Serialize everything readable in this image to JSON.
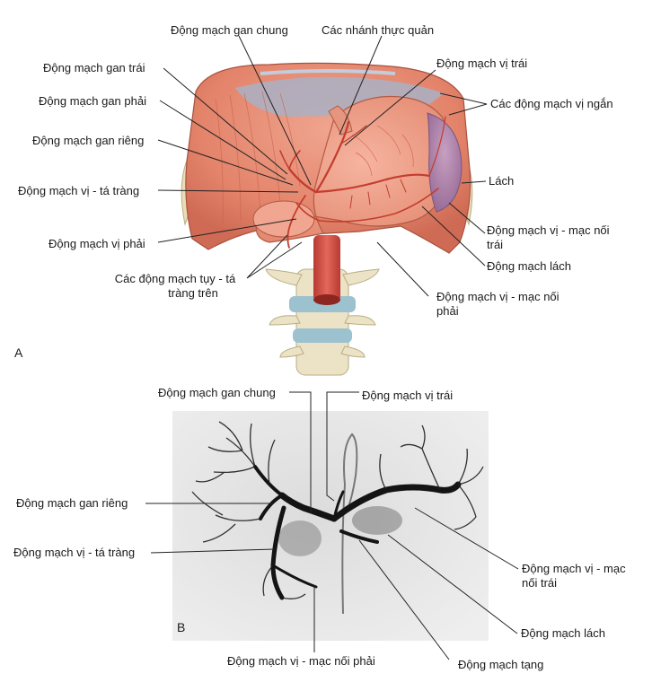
{
  "panel_a": {
    "letter": "A",
    "labels": {
      "common_hepatic": "Động mạch gan chung",
      "esophageal_branches": "Các nhánh thực quản",
      "left_hepatic": "Động mạch gan trái",
      "left_gastric": "Động mạch vị trái",
      "right_hepatic": "Động mạch gan phải",
      "short_gastric": "Các động mạch vị ngắn",
      "proper_hepatic": "Động mạch gan riêng",
      "spleen": "Lách",
      "gastroduodenal": "Động mạch vị - tá tràng",
      "left_gastroepiploic_1": "Động mạch vị - mạc nối",
      "left_gastroepiploic_2": "trái",
      "right_gastric": "Động mạch vị phải",
      "splenic": "Động mạch lách",
      "sup_pancreaticoduodenal_1": "Các động mạch tụy - tá",
      "sup_pancreaticoduodenal_2": "tràng trên",
      "right_gastroepiploic_1": "Động mạch vị - mạc nối",
      "right_gastroepiploic_2": "phải"
    }
  },
  "panel_b": {
    "letter": "B",
    "labels": {
      "common_hepatic": "Động mạch gan chung",
      "left_gastric": "Động mạch vị trái",
      "proper_hepatic": "Động mạch gan riêng",
      "gastroduodenal": "Động mạch vị - tá tràng",
      "left_gastroepiploic_1": "Động mạch vị - mạc",
      "left_gastroepiploic_2": "nối trái",
      "splenic": "Động mạch lách",
      "right_gastroepiploic": "Động mạch vị - mạc nối phải",
      "celiac": "Động mạch tạng"
    }
  }
}
